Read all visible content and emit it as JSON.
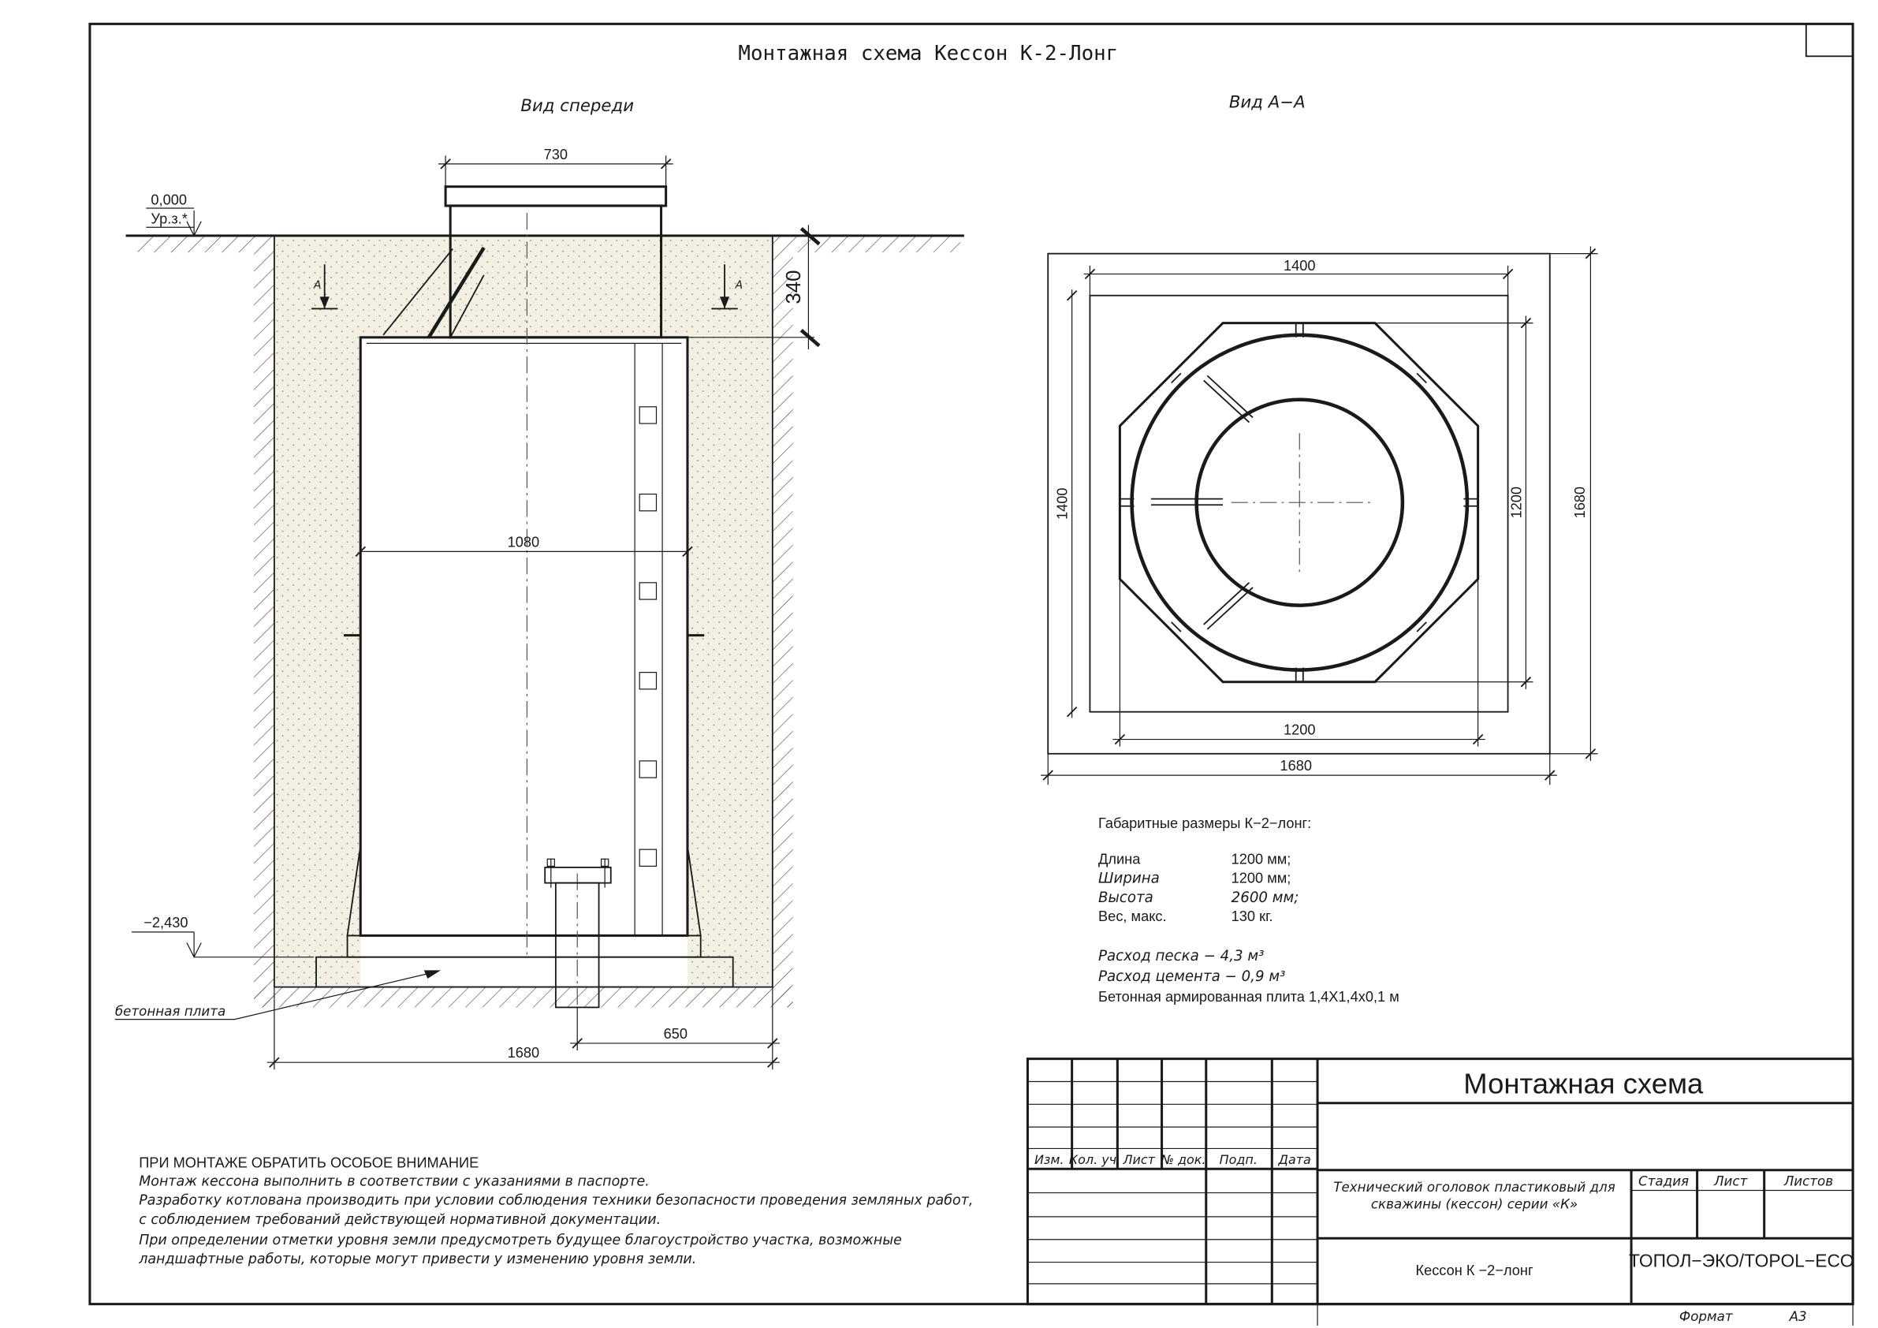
{
  "title": "Монтажная схема Кессон К-2-Лонг",
  "front_view": {
    "label": "Вид спереди",
    "section_marker": "А",
    "dim_neck_width": "730",
    "dim_body_width": "1080",
    "dim_total_width": "1680",
    "dim_offset": "650",
    "dim_depth": "340",
    "level_top": "0,000",
    "level_top_sub": "Ур.з.*",
    "level_bottom": "−2,430",
    "slab_label": "бетонная плита"
  },
  "section_view": {
    "label": "Вид А−А",
    "dim_top": "1400",
    "dim_left": "1400",
    "dim_inner_right": "1200",
    "dim_outer_right": "1680",
    "dim_inner_bottom": "1200",
    "dim_outer_bottom": "1680"
  },
  "specs": {
    "heading": "Габаритные размеры К−2−лонг:",
    "rows": [
      {
        "label": "Длина",
        "value": "1200 мм;"
      },
      {
        "label": "Ширина",
        "value": "1200 мм;"
      },
      {
        "label": "Высота",
        "value": "2600 мм;"
      },
      {
        "label": "Вес, макс.",
        "value": "130 кг."
      }
    ],
    "sand": "Расход песка − 4,3 м³",
    "cement": "Расход цемента − 0,9 м³",
    "slab": "Бетонная армированная плита 1,4Х1,4х0,1 м"
  },
  "notes": {
    "heading": "ПРИ МОНТАЖЕ ОБРАТИТЬ ОСОБОЕ ВНИМАНИЕ",
    "lines": [
      "Монтаж кессона выполнить в соответствии с указаниями в паспорте.",
      "Разработку котлована производить при условии соблюдения техники безопасности проведения земляных работ,",
      "с соблюдением требований действующей нормативной документации.",
      "При определении отметки уровня земли предусмотреть будущее благоустройство участка, возможные",
      "ландшафтные работы, которые могут привести у изменению уровня земли."
    ]
  },
  "title_block": {
    "headers": [
      "Изм.",
      "Кол. уч.",
      "Лист",
      "№ док.",
      "Подп.",
      "Дата"
    ],
    "main_title": "Монтажная схема",
    "description_1": "Технический оголовок пластиковый для",
    "description_2": "скважины (кессон) серии «К»",
    "stage_headers": [
      "Стадия",
      "Лист",
      "Листов"
    ],
    "product": "Кессон К −2−лонг",
    "company": "ТОПОЛ−ЭКО/TOPOL−ECO",
    "format_label": "Формат",
    "format_value": "А3"
  }
}
